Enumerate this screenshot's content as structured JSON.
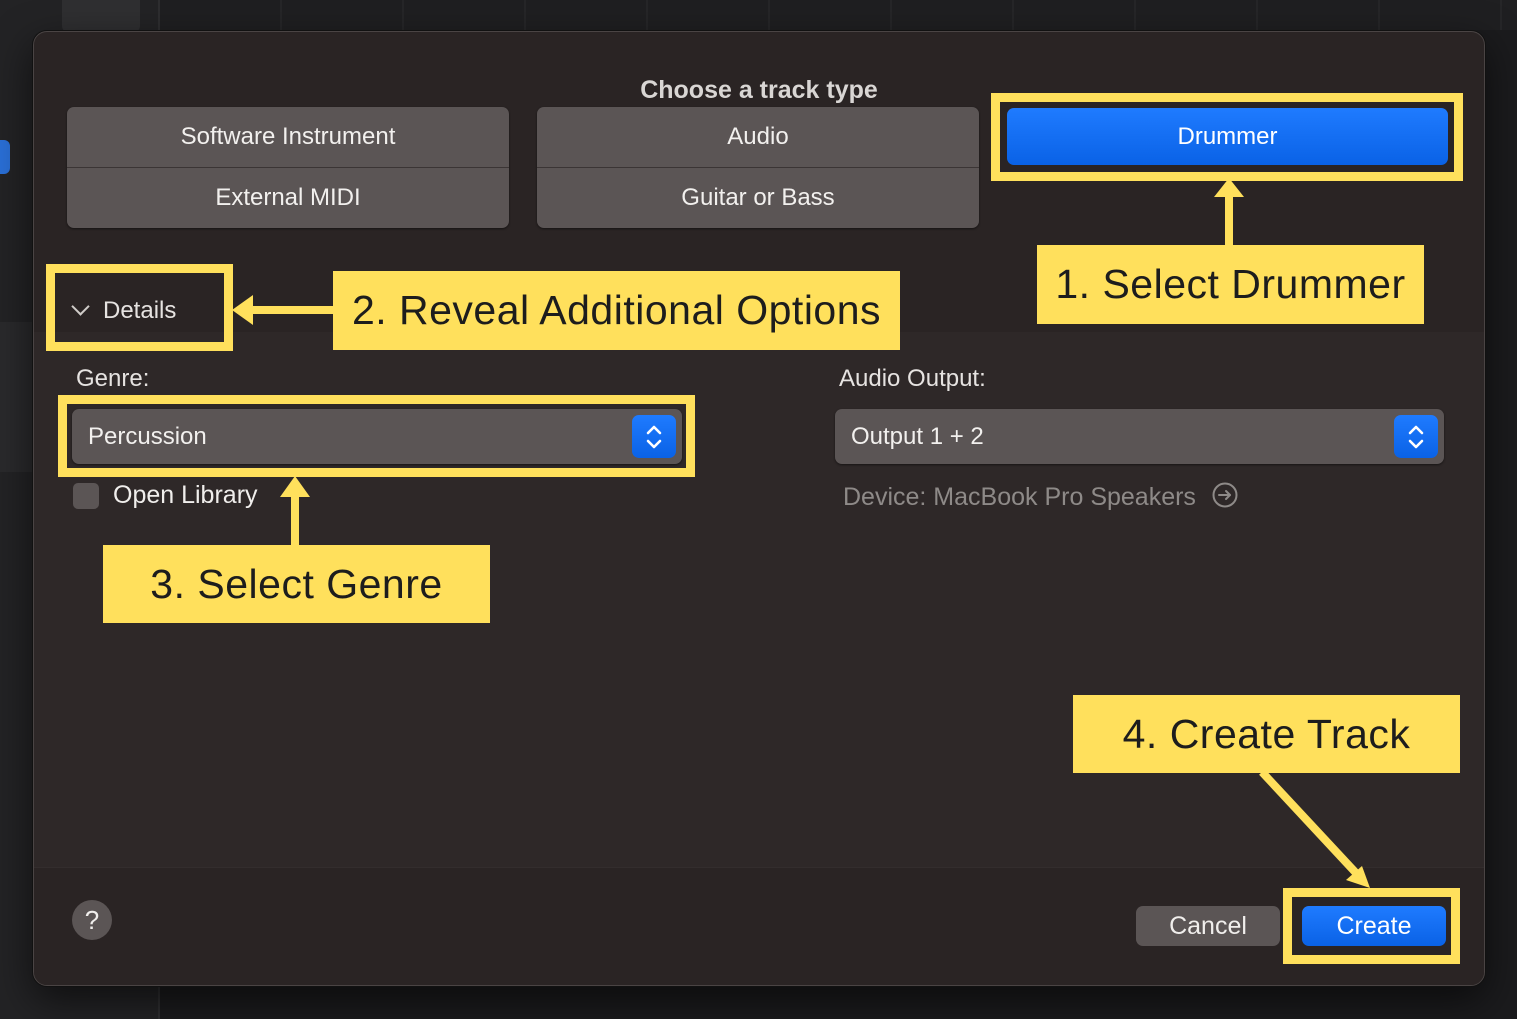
{
  "dialog": {
    "title": "Choose a track type"
  },
  "track_types": {
    "software_instrument": "Software Instrument",
    "external_midi": "External MIDI",
    "audio": "Audio",
    "guitar_or_bass": "Guitar or Bass",
    "drummer": "Drummer"
  },
  "details": {
    "toggle_label": "Details",
    "genre_label": "Genre:",
    "genre_value": "Percussion",
    "open_library_label": "Open Library",
    "audio_output_label": "Audio Output:",
    "audio_output_value": "Output 1 + 2",
    "device_text": "Device: MacBook Pro Speakers"
  },
  "footer": {
    "help_label": "?",
    "cancel_label": "Cancel",
    "create_label": "Create"
  },
  "annotations": {
    "step1": "1. Select Drummer",
    "step2": "2. Reveal Additional Options",
    "step3": "3. Select Genre",
    "step4": "4. Create Track",
    "highlight_color": "#ffe05c"
  },
  "colors": {
    "accent_blue": "#1f7bff",
    "dialog_bg": "#2a2424",
    "control_gray": "#5b5555"
  },
  "icons": [
    "chevron-down-icon",
    "popup-stepper-icon",
    "circle-arrow-right-icon",
    "help-icon"
  ]
}
